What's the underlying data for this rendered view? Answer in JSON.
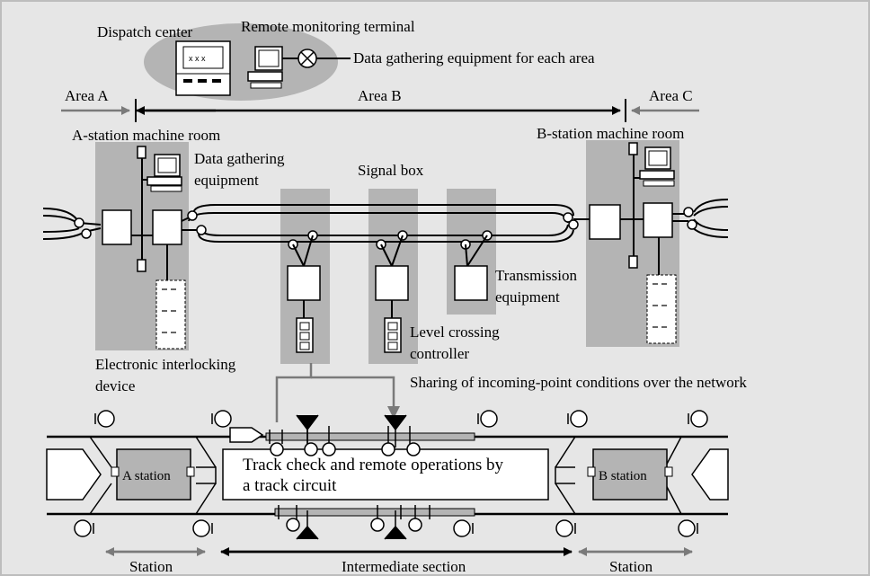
{
  "labels": {
    "dispatch_center": "Dispatch center",
    "remote_terminal": "Remote monitoring terminal",
    "data_gathering_each_area": "Data gathering equipment for each area",
    "area_a": "Area A",
    "area_b": "Area B",
    "area_c": "Area C",
    "a_machine_room": "A-station machine room",
    "b_machine_room": "B-station machine room",
    "data_gathering_line1": "Data gathering",
    "data_gathering_line2": "equipment",
    "signal_box": "Signal box",
    "transmission_line1": "Transmission",
    "transmission_line2": "equipment",
    "level_crossing_line1": "Level crossing",
    "level_crossing_line2": "controller",
    "interlocking_line1": "Electronic interlocking",
    "interlocking_line2": "device",
    "sharing": "Sharing of incoming-point conditions over the network",
    "track_check_line1": "Track check and remote operations by",
    "track_check_line2": "a track circuit",
    "a_station": "A station",
    "b_station": "B station",
    "station_left": "Station",
    "intermediate": "Intermediate section",
    "station_right": "Station"
  }
}
